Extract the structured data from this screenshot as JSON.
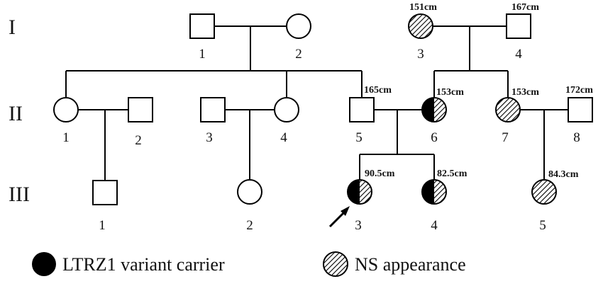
{
  "generations": {
    "I": "I",
    "II": "II",
    "III": "III"
  },
  "individuals": {
    "I1": {
      "number": "1",
      "height": ""
    },
    "I2": {
      "number": "2",
      "height": ""
    },
    "I3": {
      "number": "3",
      "height": "151cm"
    },
    "I4": {
      "number": "4",
      "height": "167cm"
    },
    "II1": {
      "number": "1",
      "height": ""
    },
    "II2": {
      "number": "2",
      "height": ""
    },
    "II3": {
      "number": "3",
      "height": ""
    },
    "II4": {
      "number": "4",
      "height": ""
    },
    "II5": {
      "number": "5",
      "height": "165cm"
    },
    "II6": {
      "number": "6",
      "height": "153cm"
    },
    "II7": {
      "number": "7",
      "height": "153cm"
    },
    "II8": {
      "number": "8",
      "height": "172cm"
    },
    "III1": {
      "number": "1",
      "height": ""
    },
    "III2": {
      "number": "2",
      "height": ""
    },
    "III3": {
      "number": "3",
      "height": "90.5cm"
    },
    "III4": {
      "number": "4",
      "height": "82.5cm"
    },
    "III5": {
      "number": "5",
      "height": "84.3cm"
    }
  },
  "legend": {
    "carrier": "LTRZ1 variant carrier",
    "ns": "NS appearance"
  }
}
